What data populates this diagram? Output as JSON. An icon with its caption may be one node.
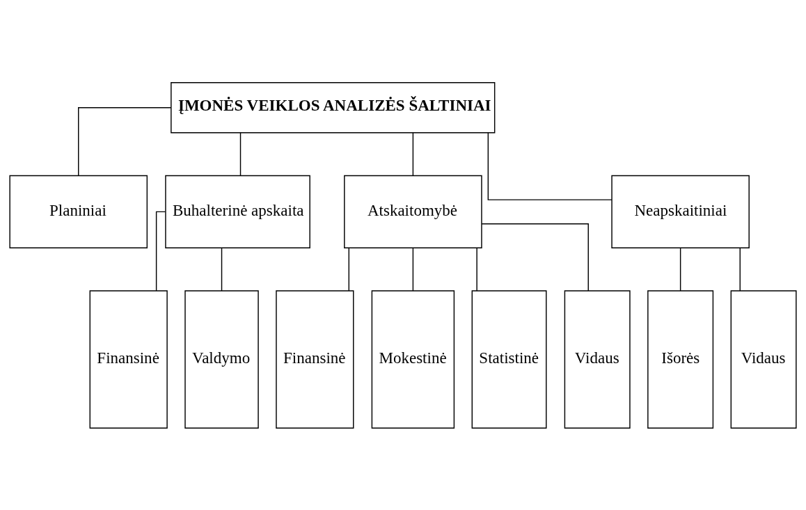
{
  "diagram": {
    "nodes": [
      {
        "text": [
          "ĮMONĖS VEIKLOS ANALIZĖS ŠALTINIAI"
        ]
      },
      {
        "text": [
          "Planiniai"
        ]
      },
      {
        "text": [
          "Buhalterinė apskaita"
        ]
      },
      {
        "text": [
          "Atskaitomybė"
        ]
      },
      {
        "text": [
          "Neapskaitiniai"
        ]
      },
      {
        "text": [
          "Finansinė"
        ]
      },
      {
        "text": [
          "Valdymo"
        ]
      },
      {
        "text": [
          "Finansinė"
        ]
      },
      {
        "text": [
          "Mokestinė"
        ]
      },
      {
        "text": [
          "Statistinė"
        ]
      },
      {
        "text": [
          "Vidaus"
        ]
      },
      {
        "text": [
          "Išorės"
        ]
      },
      {
        "text": [
          "Vidaus"
        ]
      }
    ],
    "edges": [
      {
        "from": 0,
        "to": 1,
        "arrow": "none"
      },
      {
        "from": 0,
        "to": 2,
        "arrow": "none"
      },
      {
        "from": 0,
        "to": 3,
        "arrow": "none"
      },
      {
        "from": 0,
        "to": 4,
        "arrow": "none"
      },
      {
        "from": 2,
        "to": 5,
        "arrow": "none"
      },
      {
        "from": 2,
        "to": 6,
        "arrow": "none"
      },
      {
        "from": 3,
        "to": 7,
        "arrow": "none"
      },
      {
        "from": 3,
        "to": 8,
        "arrow": "none"
      },
      {
        "from": 3,
        "to": 9,
        "arrow": "none"
      },
      {
        "from": 3,
        "to": 10,
        "arrow": "none"
      },
      {
        "from": 4,
        "to": 11,
        "arrow": "none"
      },
      {
        "from": 4,
        "to": 12,
        "arrow": "none"
      }
    ]
  }
}
